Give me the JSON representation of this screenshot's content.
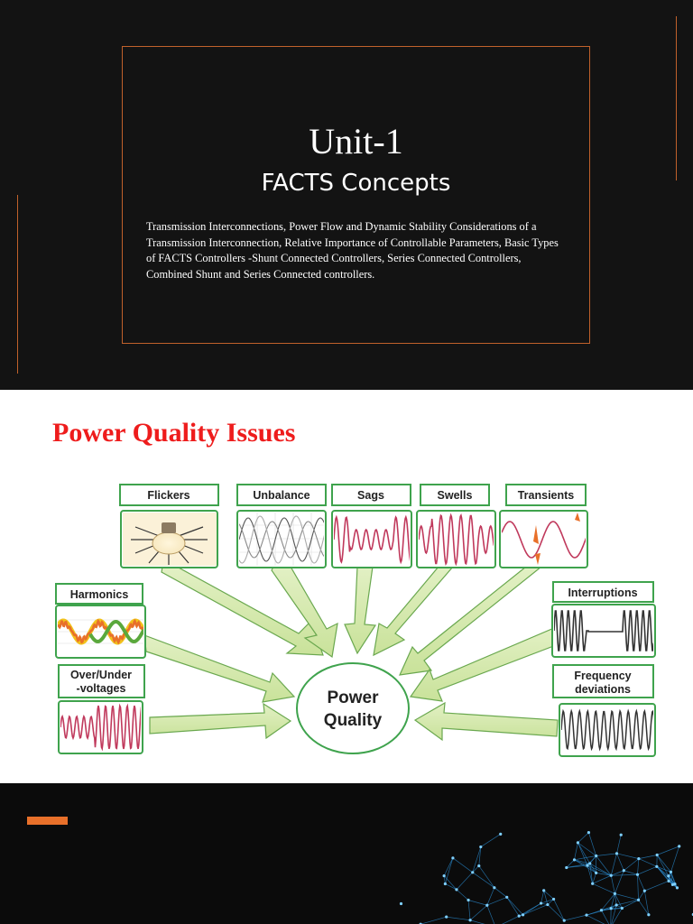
{
  "slide1": {
    "title": "Unit-1",
    "subtitle": "FACTS Concepts",
    "description": "Transmission Interconnections, Power Flow and Dynamic Stability Considerations of a Transmission Interconnection, Relative Importance of Controllable Parameters, Basic Types of FACTS Controllers -Shunt Connected Controllers, Series Connected Controllers, Combined Shunt and Series Connected controllers.",
    "accent_color": "#c0612b"
  },
  "slide2": {
    "title": "Power Quality Issues",
    "title_color": "#ee1c1c",
    "center_line1": "Power",
    "center_line2": "Quality",
    "labels": {
      "flickers": "Flickers",
      "unbalance": "Unbalance",
      "sags": "Sags",
      "swells": "Swells",
      "transients": "Transients",
      "harmonics": "Harmonics",
      "overunder_1": "Over/Under",
      "overunder_2": "-voltages",
      "interruptions": "Interruptions",
      "freq_1": "Frequency",
      "freq_2": "deviations"
    },
    "box_border_color": "#3fa34d",
    "arrow_color": "#d6eab0"
  },
  "slide3": {
    "accent_color": "#e8702a"
  }
}
